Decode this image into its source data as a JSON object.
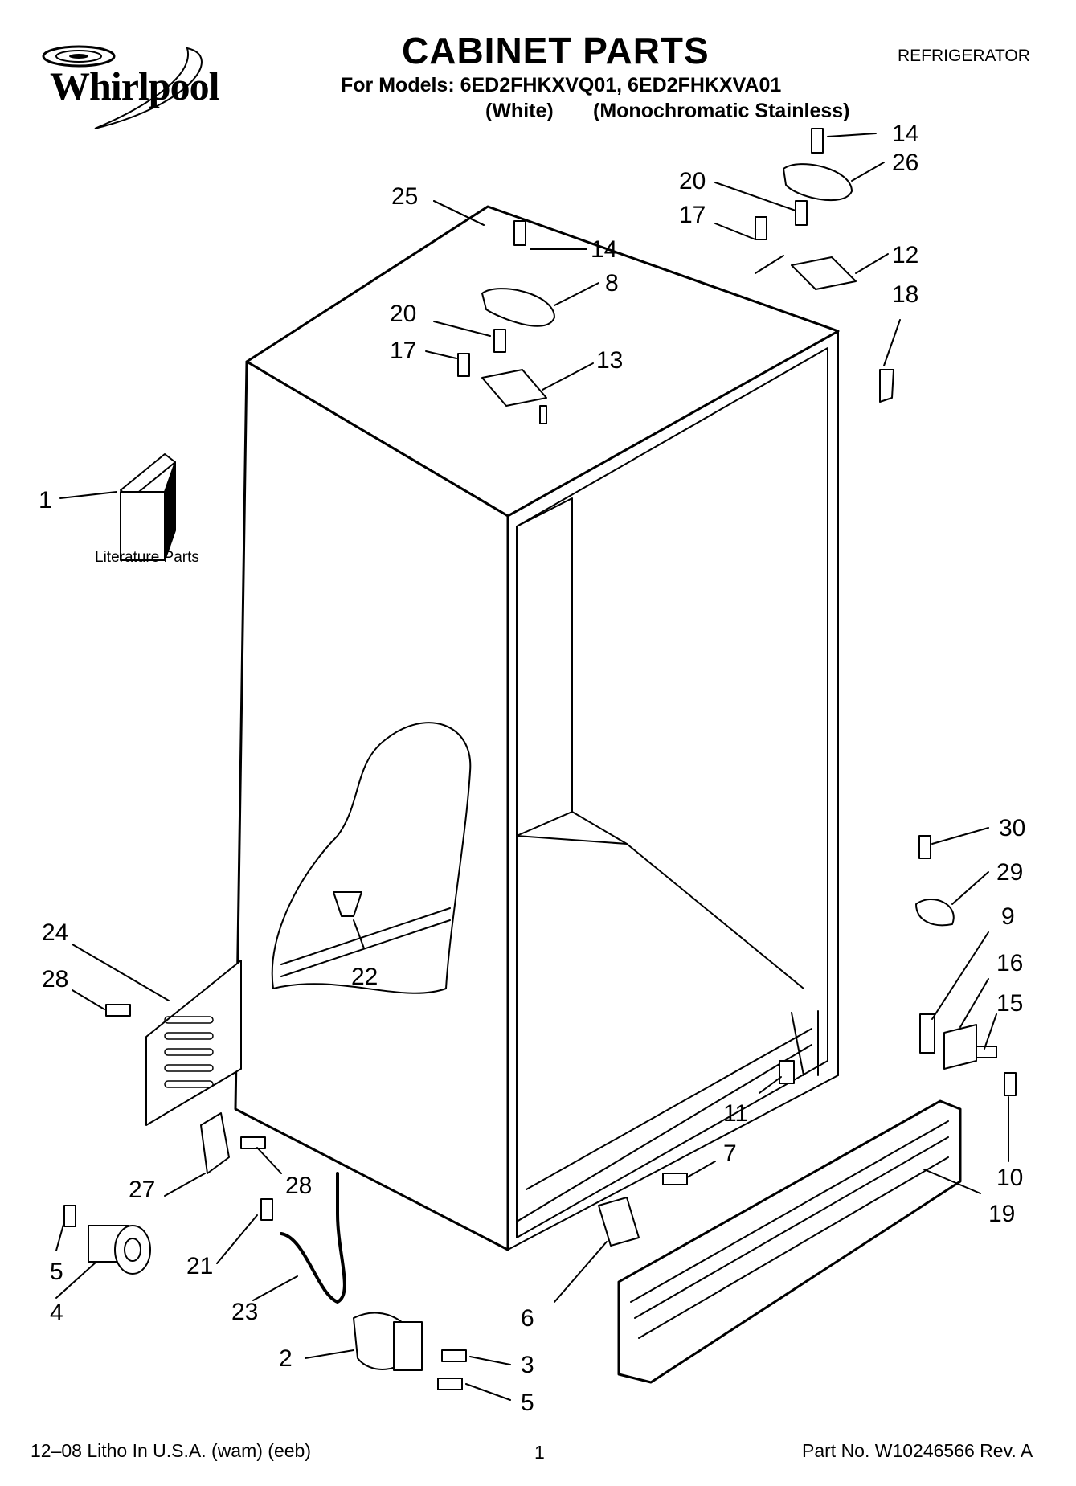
{
  "header": {
    "brand": "Whirlpool",
    "title": "CABINET PARTS",
    "appliance": "REFRIGERATOR",
    "models": "For Models: 6ED2FHKXVQ01, 6ED2FHKXVA01",
    "variant_white": "(White)",
    "variant_stainless": "(Monochromatic Stainless)"
  },
  "diagram": {
    "literature_label": "Literature Parts",
    "callouts": [
      "14",
      "26",
      "20",
      "17",
      "12",
      "18",
      "25",
      "14",
      "8",
      "20",
      "17",
      "13",
      "1",
      "30",
      "29",
      "9",
      "16",
      "15",
      "24",
      "28",
      "22",
      "11",
      "10",
      "7",
      "19",
      "27",
      "28",
      "21",
      "5",
      "4",
      "23",
      "6",
      "2",
      "3",
      "5"
    ]
  },
  "footer": {
    "left": "12–08 Litho In U.S.A. (wam) (eeb)",
    "page": "1",
    "right": "Part No. W10246566 Rev. A"
  }
}
